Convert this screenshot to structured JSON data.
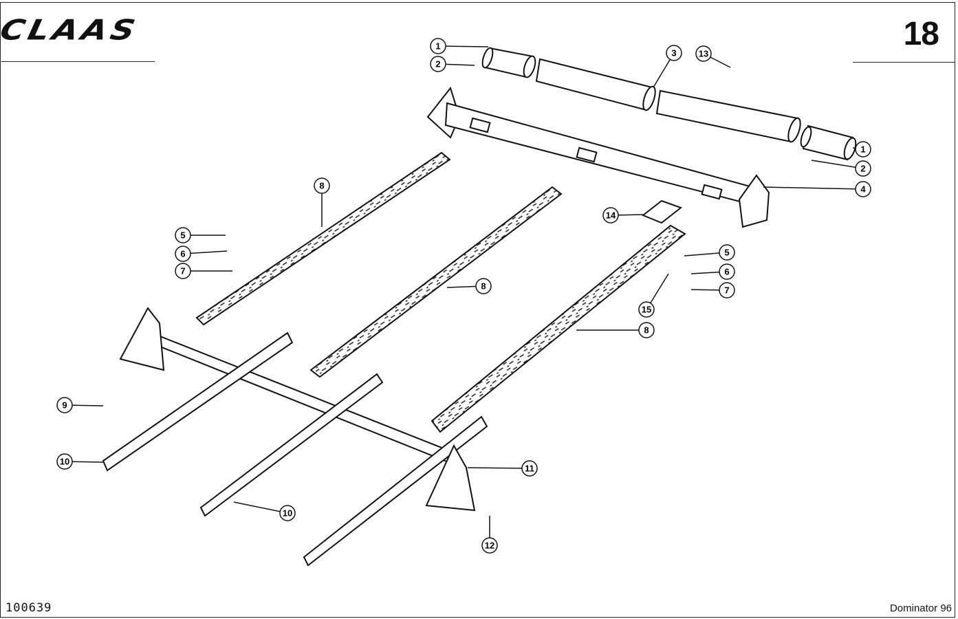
{
  "header": {
    "brand": "CLAAS",
    "page_number": "18"
  },
  "footer": {
    "document_number": "100639",
    "model": "Dominator 96"
  },
  "callouts": [
    {
      "id": "c1a",
      "label": "1"
    },
    {
      "id": "c2a",
      "label": "2"
    },
    {
      "id": "c3",
      "label": "3"
    },
    {
      "id": "c13",
      "label": "13"
    },
    {
      "id": "c1b",
      "label": "1"
    },
    {
      "id": "c2b",
      "label": "2"
    },
    {
      "id": "c4",
      "label": "4"
    },
    {
      "id": "c14",
      "label": "14"
    },
    {
      "id": "c8a",
      "label": "8"
    },
    {
      "id": "c5a",
      "label": "5"
    },
    {
      "id": "c6a",
      "label": "6"
    },
    {
      "id": "c7a",
      "label": "7"
    },
    {
      "id": "c8b",
      "label": "8"
    },
    {
      "id": "c5b",
      "label": "5"
    },
    {
      "id": "c6b",
      "label": "6"
    },
    {
      "id": "c7b",
      "label": "7"
    },
    {
      "id": "c15",
      "label": "15"
    },
    {
      "id": "c8c",
      "label": "8"
    },
    {
      "id": "c9",
      "label": "9"
    },
    {
      "id": "c10a",
      "label": "10"
    },
    {
      "id": "c11",
      "label": "11"
    },
    {
      "id": "c10b",
      "label": "10"
    },
    {
      "id": "c12",
      "label": "12"
    }
  ]
}
